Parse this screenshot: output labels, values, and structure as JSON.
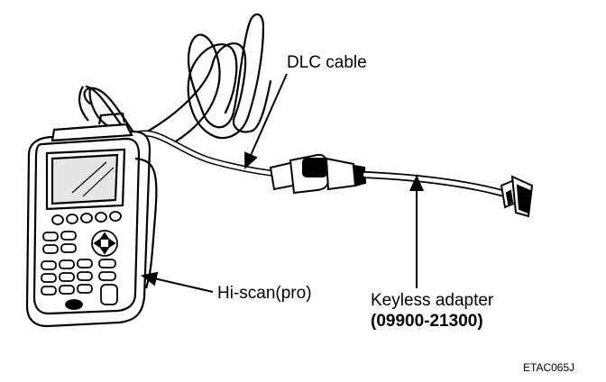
{
  "labels": {
    "dlc_cable": "DLC cable",
    "hi_scan": "Hi-scan(pro)",
    "keyless_adapter_name": "Keyless adapter",
    "keyless_adapter_part": "(09900-21300)",
    "figure_code": "ETAC065J"
  },
  "colors": {
    "line": "#000000",
    "background": "#ffffff",
    "screen_fill": "#e6e6e6"
  },
  "icons": [
    "hi-scan-device-icon",
    "dlc-cable-icon",
    "keyless-adapter-icon",
    "leader-arrow-icon"
  ]
}
